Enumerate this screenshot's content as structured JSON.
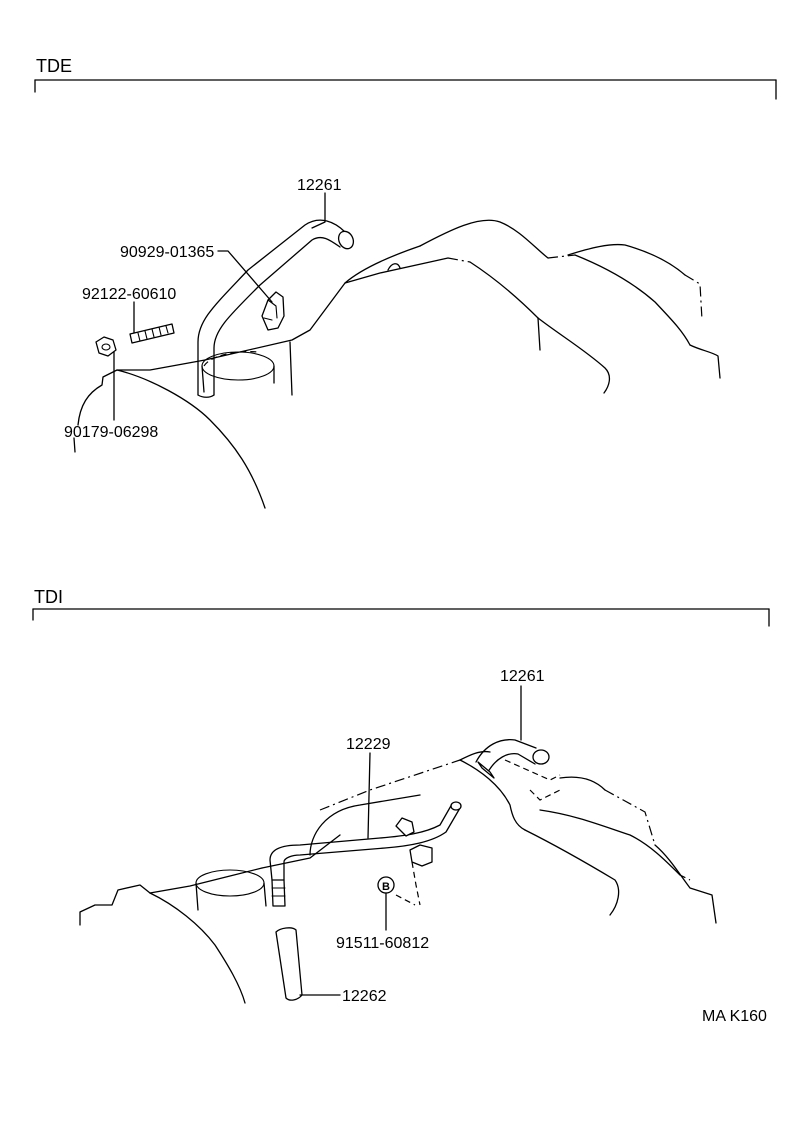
{
  "sections": {
    "tde": {
      "label": "TDE",
      "parts": {
        "hose": "12261",
        "clamp": "90929-01365",
        "stud": "92122-60610",
        "nut": "90179-06298"
      }
    },
    "tdi": {
      "label": "TDI",
      "parts": {
        "hose_upper": "12261",
        "pipe": "12229",
        "bolt_symbol": "B",
        "bolt": "91511-60812",
        "hose_lower": "12262"
      }
    }
  },
  "footer": {
    "code": "MA K160"
  }
}
